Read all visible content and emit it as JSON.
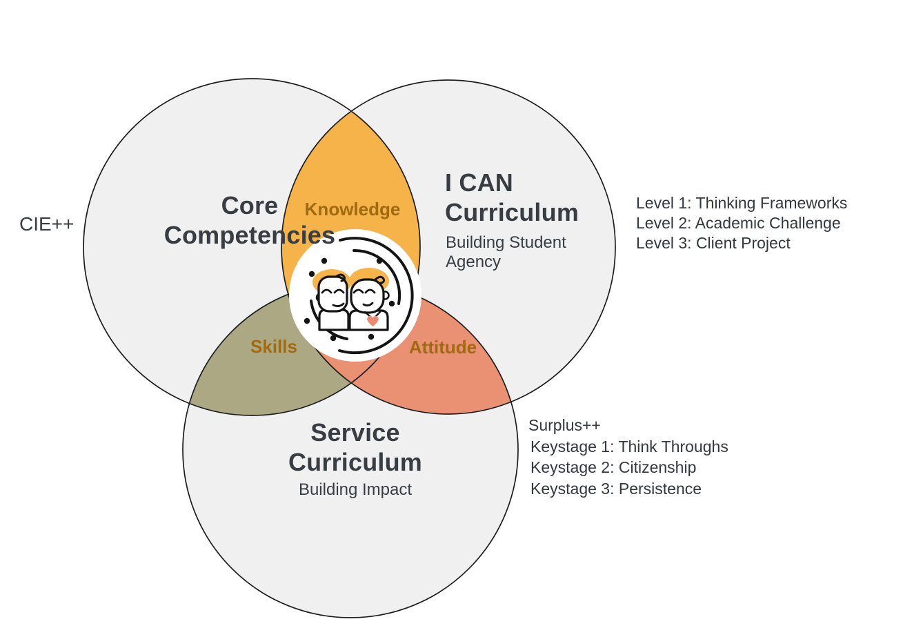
{
  "colors": {
    "circle_fill": "#f0f0f1",
    "circle_stroke": "#1b1d20",
    "knowledge_fill": "#f5b34a",
    "skills_fill": "#aca883",
    "attitude_fill": "#eb9173",
    "label_brown": "#a06a10",
    "text_dark": "#383d43",
    "badge_fill": "#ffffff",
    "icon_stroke": "#141414",
    "hair_orange": "#f6b44b",
    "heart_salmon": "#ec8a70"
  },
  "venn": {
    "left_annotation": "CIE++",
    "circle_core": {
      "line1": "Core",
      "line2": "Competencies"
    },
    "circle_ican": {
      "line1": "I CAN",
      "line2": "Curriculum",
      "sub1": "Building Student",
      "sub2": "Agency"
    },
    "circle_service": {
      "line1": "Service",
      "line2": "Curriculum",
      "sub": "Building Impact"
    },
    "overlap_top": "Knowledge",
    "overlap_left": "Skills",
    "overlap_right": "Attitude"
  },
  "ican_levels": {
    "items": [
      "Level 1: Thinking Frameworks",
      "Level 2: Academic Challenge",
      "Level 3: Client Project"
    ]
  },
  "service_keystages": {
    "header": "Surplus++",
    "items": [
      "Keystage 1: Think Throughs",
      "Keystage 2: Citizenship",
      "Keystage 3: Persistence"
    ]
  },
  "center_icon": "two-children-friendship-icon"
}
